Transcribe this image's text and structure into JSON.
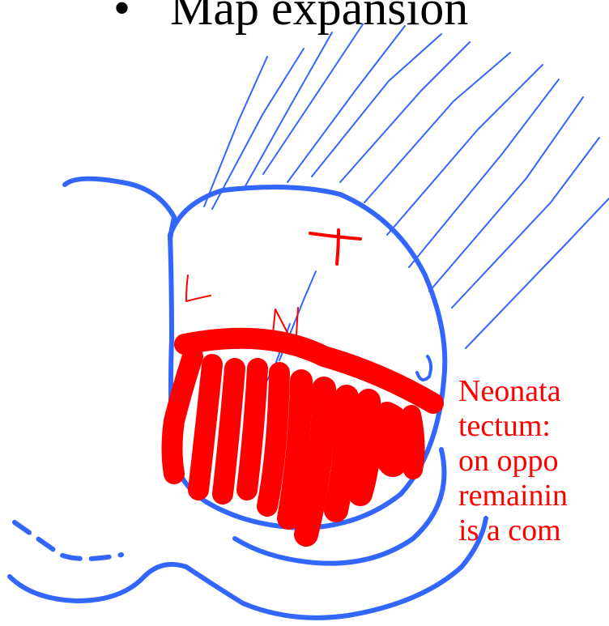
{
  "slide": {
    "title_bullet": "•",
    "title": "Map expansion",
    "sketch_labels": {
      "temporal": "T",
      "lateral": "L",
      "nasal": "N"
    },
    "caption_lines": [
      "Neonata",
      "tectum:",
      "on oppo",
      "remainin",
      "is a com"
    ]
  },
  "colors": {
    "ink_blue": "#3366ff",
    "ink_red": "#ff0000"
  }
}
